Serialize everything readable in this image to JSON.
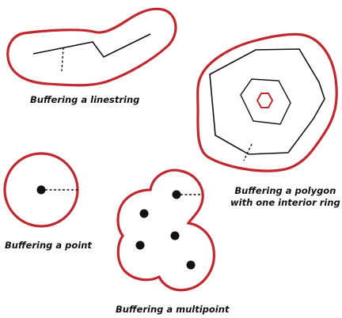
{
  "captions": {
    "linestring": "Buffering a linestring",
    "polygon_line1": "Buffering a polygon",
    "polygon_line2": "with one interior ring",
    "point": "Buffering a point",
    "multipoint": "Buffering a multipoint"
  },
  "colors": {
    "buffer": "#c0292f",
    "geometry": "#111111",
    "background": "#ffffff"
  }
}
